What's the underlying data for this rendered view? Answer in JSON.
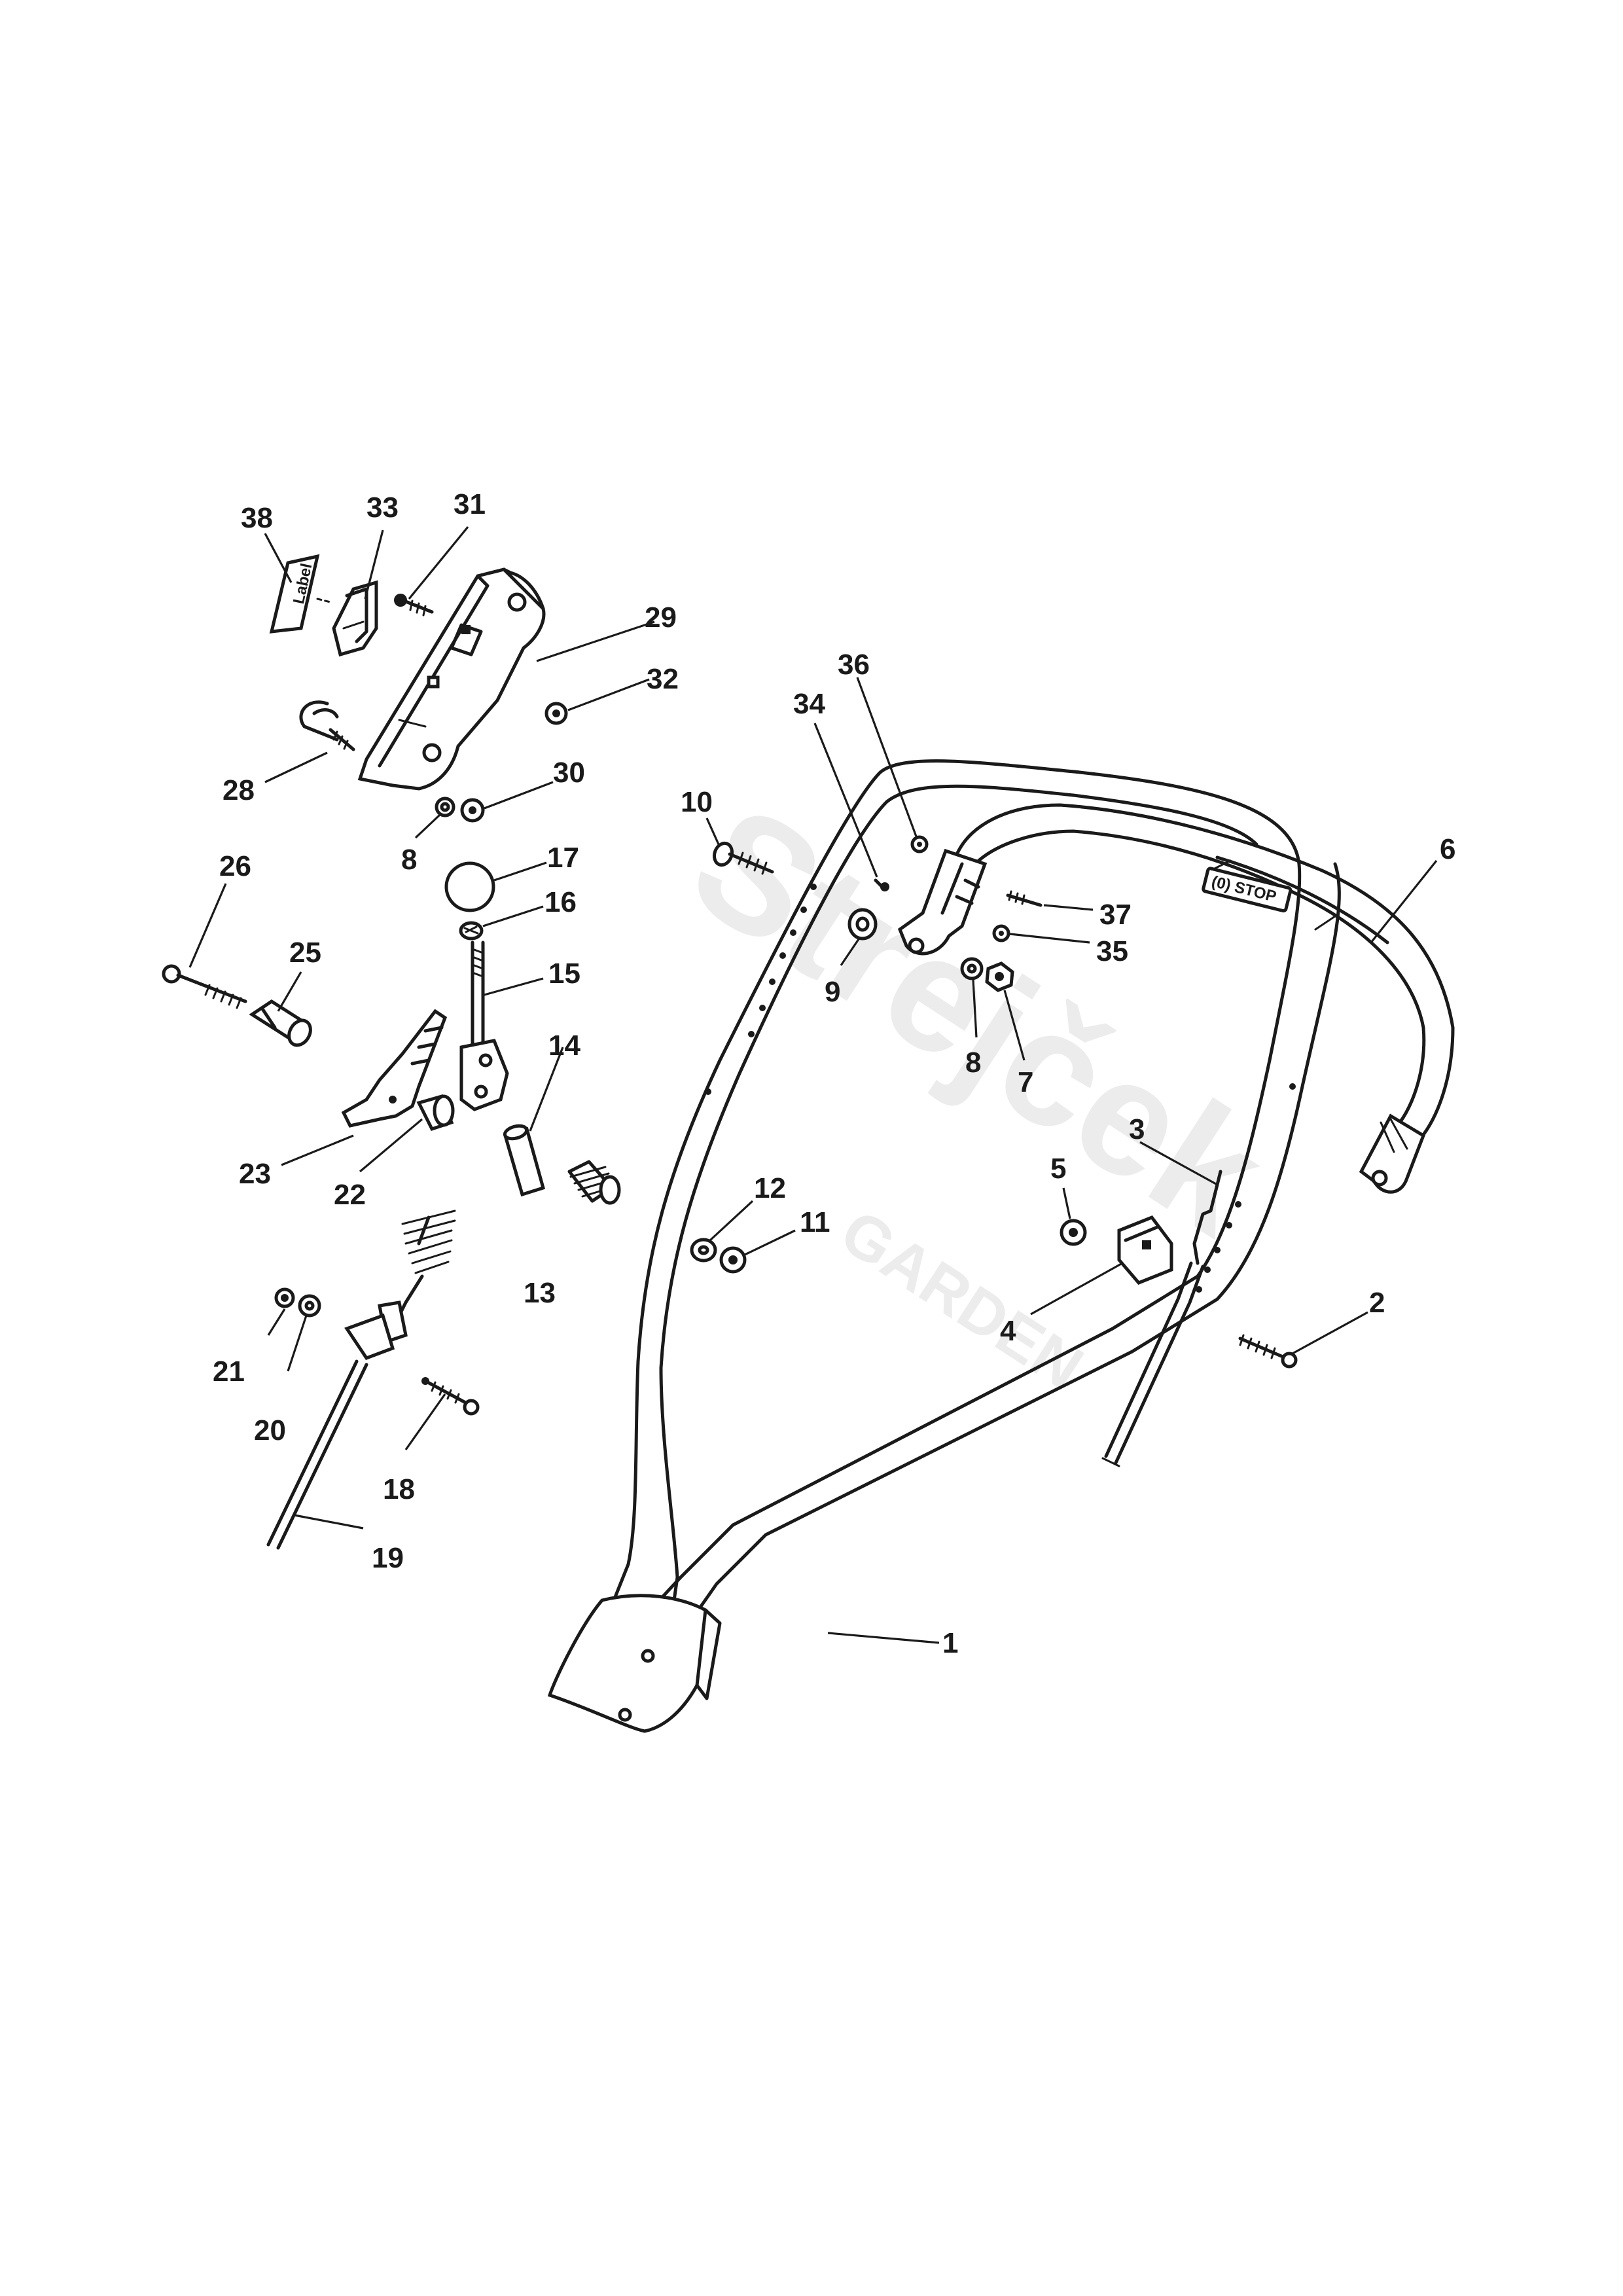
{
  "watermark": {
    "brand": "Strejček",
    "sub": "GARDEN"
  },
  "decals": {
    "stop": "(0) STOP",
    "label": "Label"
  },
  "callouts": [
    {
      "id": "38",
      "text": "38"
    },
    {
      "id": "33",
      "text": "33"
    },
    {
      "id": "31",
      "text": "31"
    },
    {
      "id": "29",
      "text": "29"
    },
    {
      "id": "32",
      "text": "32"
    },
    {
      "id": "28",
      "text": "28"
    },
    {
      "id": "30",
      "text": "30"
    },
    {
      "id": "8a",
      "text": "8"
    },
    {
      "id": "17",
      "text": "17"
    },
    {
      "id": "16",
      "text": "16"
    },
    {
      "id": "26",
      "text": "26"
    },
    {
      "id": "25",
      "text": "25"
    },
    {
      "id": "15",
      "text": "15"
    },
    {
      "id": "14",
      "text": "14"
    },
    {
      "id": "23",
      "text": "23"
    },
    {
      "id": "22",
      "text": "22"
    },
    {
      "id": "13",
      "text": "13"
    },
    {
      "id": "21",
      "text": "21"
    },
    {
      "id": "20",
      "text": "20"
    },
    {
      "id": "18",
      "text": "18"
    },
    {
      "id": "19",
      "text": "19"
    },
    {
      "id": "36",
      "text": "36"
    },
    {
      "id": "34",
      "text": "34"
    },
    {
      "id": "10",
      "text": "10"
    },
    {
      "id": "9",
      "text": "9"
    },
    {
      "id": "37",
      "text": "37"
    },
    {
      "id": "35",
      "text": "35"
    },
    {
      "id": "6",
      "text": "6"
    },
    {
      "id": "8b",
      "text": "8"
    },
    {
      "id": "7",
      "text": "7"
    },
    {
      "id": "3",
      "text": "3"
    },
    {
      "id": "5",
      "text": "5"
    },
    {
      "id": "12",
      "text": "12"
    },
    {
      "id": "11",
      "text": "11"
    },
    {
      "id": "4",
      "text": "4"
    },
    {
      "id": "2",
      "text": "2"
    },
    {
      "id": "1",
      "text": "1"
    }
  ]
}
